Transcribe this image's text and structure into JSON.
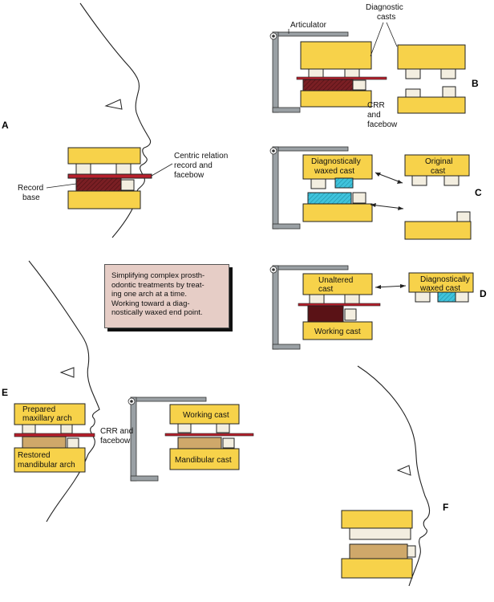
{
  "panels": {
    "A": "A",
    "B": "B",
    "C": "C",
    "D": "D",
    "E": "E",
    "F": "F"
  },
  "labels": {
    "articulator": "Articulator",
    "diagnostic": "Diagnostic",
    "casts": "casts",
    "crr_b": [
      "CRR",
      "and",
      "facebow"
    ],
    "centric": [
      "Centric relation",
      "record and",
      "facebow"
    ],
    "record_base": [
      "Record",
      "base"
    ],
    "diag_waxed_c": [
      "Diagnostically",
      "waxed cast"
    ],
    "original_cast": [
      "Original",
      "cast"
    ],
    "unaltered_cast": [
      "Unaltered",
      "cast"
    ],
    "diag_waxed_d": [
      "Diagnostically",
      "waxed cast"
    ],
    "working_cast_d": "Working cast",
    "prepared": [
      "Prepared",
      "maxillary arch"
    ],
    "restored": [
      "Restored",
      "mandibular arch"
    ],
    "crr_e": [
      "CRR and",
      "facebow"
    ],
    "working_cast_e": "Working cast",
    "mandibular_cast": "Mandibular cast"
  },
  "note": {
    "lines": [
      "Simplifying complex prosth-",
      "odontic treatments by treat-",
      "ing one arch at a time.",
      "Working toward a diag-",
      "nostically waxed end point."
    ]
  },
  "colors": {
    "cast_yellow": "#f7d24a",
    "tooth_cream": "#f3eee0",
    "record_maroon": "#7a1f24",
    "wax_cyan": "#3fc3dc",
    "restored_tan": "#cfa86a",
    "articulator_gray": "#9aa0a4",
    "note_bg": "#e6cdc6"
  }
}
